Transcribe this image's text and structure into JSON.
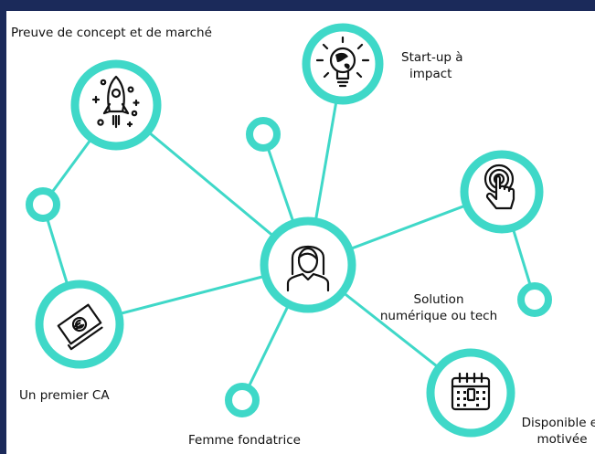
{
  "accent_color": "#3fd8c8",
  "frame_color": "#1b2a5a",
  "center_node": {
    "icon": "woman-founder-icon"
  },
  "nodes": [
    {
      "icon": "rocket-icon",
      "label": "Preuve de concept et de marché"
    },
    {
      "icon": "lightbulb-globe-icon",
      "label_line1": "Start-up à",
      "label_line2": "impact"
    },
    {
      "icon": "touch-hand-icon"
    },
    {
      "label_line1": "Solution",
      "label_line2": "numérique ou tech"
    },
    {
      "icon": "calendar-icon",
      "label_line1": "Disponible et",
      "label_line2": "motivée"
    },
    {
      "label": "Femme fondatrice"
    },
    {
      "icon": "euro-banknote-icon",
      "label": "Un premier CA"
    }
  ]
}
